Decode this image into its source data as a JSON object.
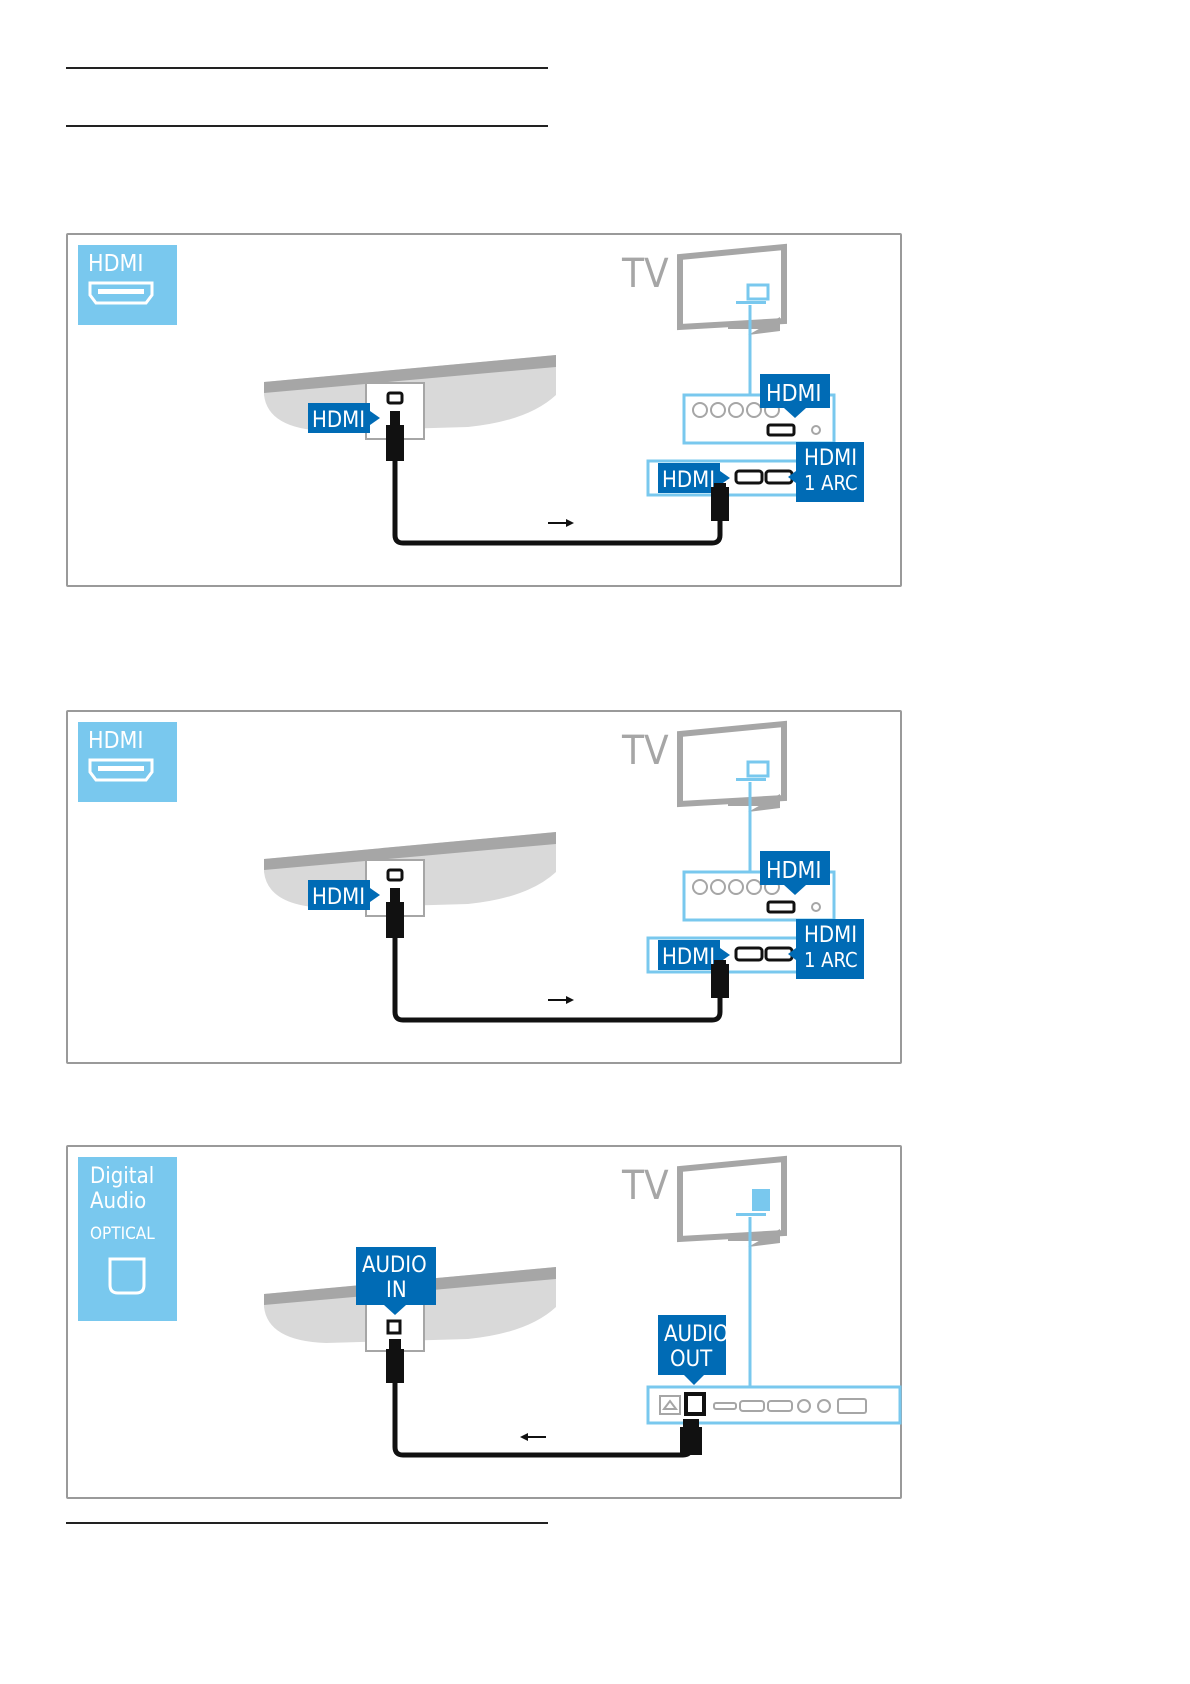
{
  "colors": {
    "blue": "#006bb5",
    "lightblue": "#79c8ee",
    "grey": "#a6a6a6",
    "cable": "#111111"
  },
  "diagrams": [
    {
      "badge": {
        "line1": "HDMI",
        "icon": "hdmi-port-icon"
      },
      "tv_label": "TV",
      "device_label": "HDMI",
      "tv_top_label": "HDMI",
      "tv_side_label": "HDMI",
      "tv_right_label_1": "HDMI",
      "tv_right_label_2": "1 ARC",
      "direction": "right"
    },
    {
      "badge": {
        "line1": "HDMI",
        "icon": "hdmi-port-icon"
      },
      "tv_label": "TV",
      "device_label": "HDMI",
      "tv_top_label": "HDMI",
      "tv_side_label": "HDMI",
      "tv_right_label_1": "HDMI",
      "tv_right_label_2": "1 ARC",
      "direction": "right"
    },
    {
      "badge": {
        "line1": "Digital",
        "line2": "Audio",
        "line3": "OPTICAL",
        "icon": "optical-port-icon"
      },
      "tv_label": "TV",
      "device_label_1": "AUDIO",
      "device_label_2": "IN",
      "tv_label_1": "AUDIO",
      "tv_label_2": "OUT",
      "direction": "left"
    }
  ]
}
